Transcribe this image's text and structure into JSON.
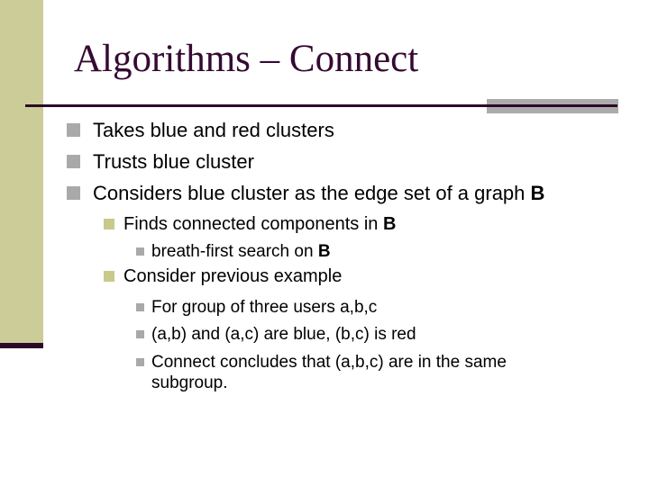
{
  "slide": {
    "title": "Algorithms – Connect",
    "bullets": [
      {
        "level": 1,
        "text": "Takes blue and red clusters"
      },
      {
        "level": 1,
        "text": "Trusts blue cluster"
      },
      {
        "level": 1,
        "text": "Considers blue cluster as the edge set of a graph ",
        "bold_suffix": "B"
      },
      {
        "level": 2,
        "text": "Finds connected components in ",
        "bold_suffix": "B"
      },
      {
        "level": 3,
        "text": "breath-first search on ",
        "bold_suffix": "B"
      },
      {
        "level": 2,
        "text": "Consider previous example"
      },
      {
        "level": 3,
        "text": "For group of three users a,b,c"
      },
      {
        "level": 3,
        "text": "(a,b) and (a,c) are blue, (b,c) is red"
      },
      {
        "level": 3,
        "text": "Connect concludes that (a,b,c) are in the same\nsubgroup."
      }
    ],
    "icons": {
      "bullet_level1": "square-bullet-gray",
      "bullet_level2": "square-bullet-olive",
      "bullet_level3": "square-bullet-gray-small"
    },
    "colors": {
      "sidebar": "#CCCC99",
      "accent_line": "#2B0A28",
      "title_text": "#350A32",
      "gray_bar": "#ABABAB",
      "bullet_level1": "#A9A9A9",
      "bullet_level2": "#C9C98B",
      "bullet_level3": "#A9A9A9",
      "body_text": "#000000"
    }
  }
}
